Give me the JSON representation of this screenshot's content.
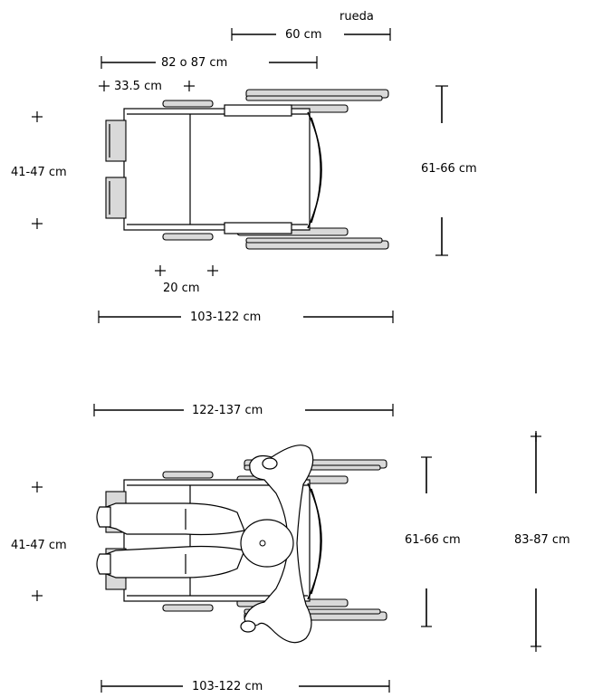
{
  "top_view": {
    "label_wheel": "rueda",
    "dim_wheel": "60 cm",
    "dim_length_alt": "82 o 87 cm",
    "dim_footrest": "33.5 cm",
    "dim_width_front": "41-47 cm",
    "dim_width_side": "61-66 cm",
    "dim_gap": "20 cm",
    "dim_total_length": "103-122 cm"
  },
  "bottom_view": {
    "dim_total_length_occupied": "122-137 cm",
    "dim_width_front": "41-47 cm",
    "dim_width_side": "61-66 cm",
    "dim_width_shoulders": "83-87 cm",
    "dim_total_length": "103-122 cm"
  }
}
